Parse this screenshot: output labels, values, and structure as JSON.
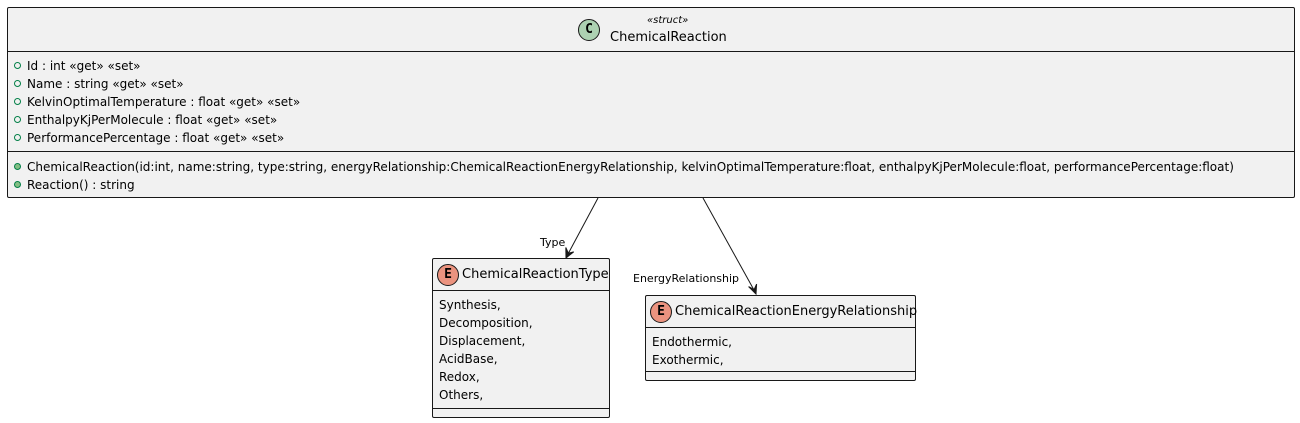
{
  "main_class": {
    "stereotype": "«struct»",
    "name": "ChemicalReaction",
    "badge": "C",
    "fields": [
      "Id : int «get» «set»",
      "Name : string «get» «set»",
      "KelvinOptimalTemperature : float «get» «set»",
      "EnthalpyKjPerMolecule : float «get» «set»",
      "PerformancePercentage : float «get» «set»"
    ],
    "methods": [
      "ChemicalReaction(id:int, name:string, type:string, energyRelationship:ChemicalReactionEnergyRelationship, kelvinOptimalTemperature:float, enthalpyKjPerMolecule:float, performancePercentage:float)",
      "Reaction() : string"
    ]
  },
  "type_enum": {
    "name": "ChemicalReactionType",
    "badge": "E",
    "values": [
      "Synthesis,",
      "Decomposition,",
      "Displacement,",
      "AcidBase,",
      "Redox,",
      "Others,"
    ]
  },
  "energy_enum": {
    "name": "ChemicalReactionEnergyRelationship",
    "badge": "E",
    "values": [
      "Endothermic,",
      "Exothermic,"
    ]
  },
  "associations": {
    "type_label": "Type",
    "energy_label": "EnergyRelationship"
  },
  "colors": {
    "box_fill": "#f1f1f1",
    "border": "#181818",
    "class_badge": "#add1b2",
    "enum_badge": "#eb937f",
    "visibility_public": "#038048"
  }
}
